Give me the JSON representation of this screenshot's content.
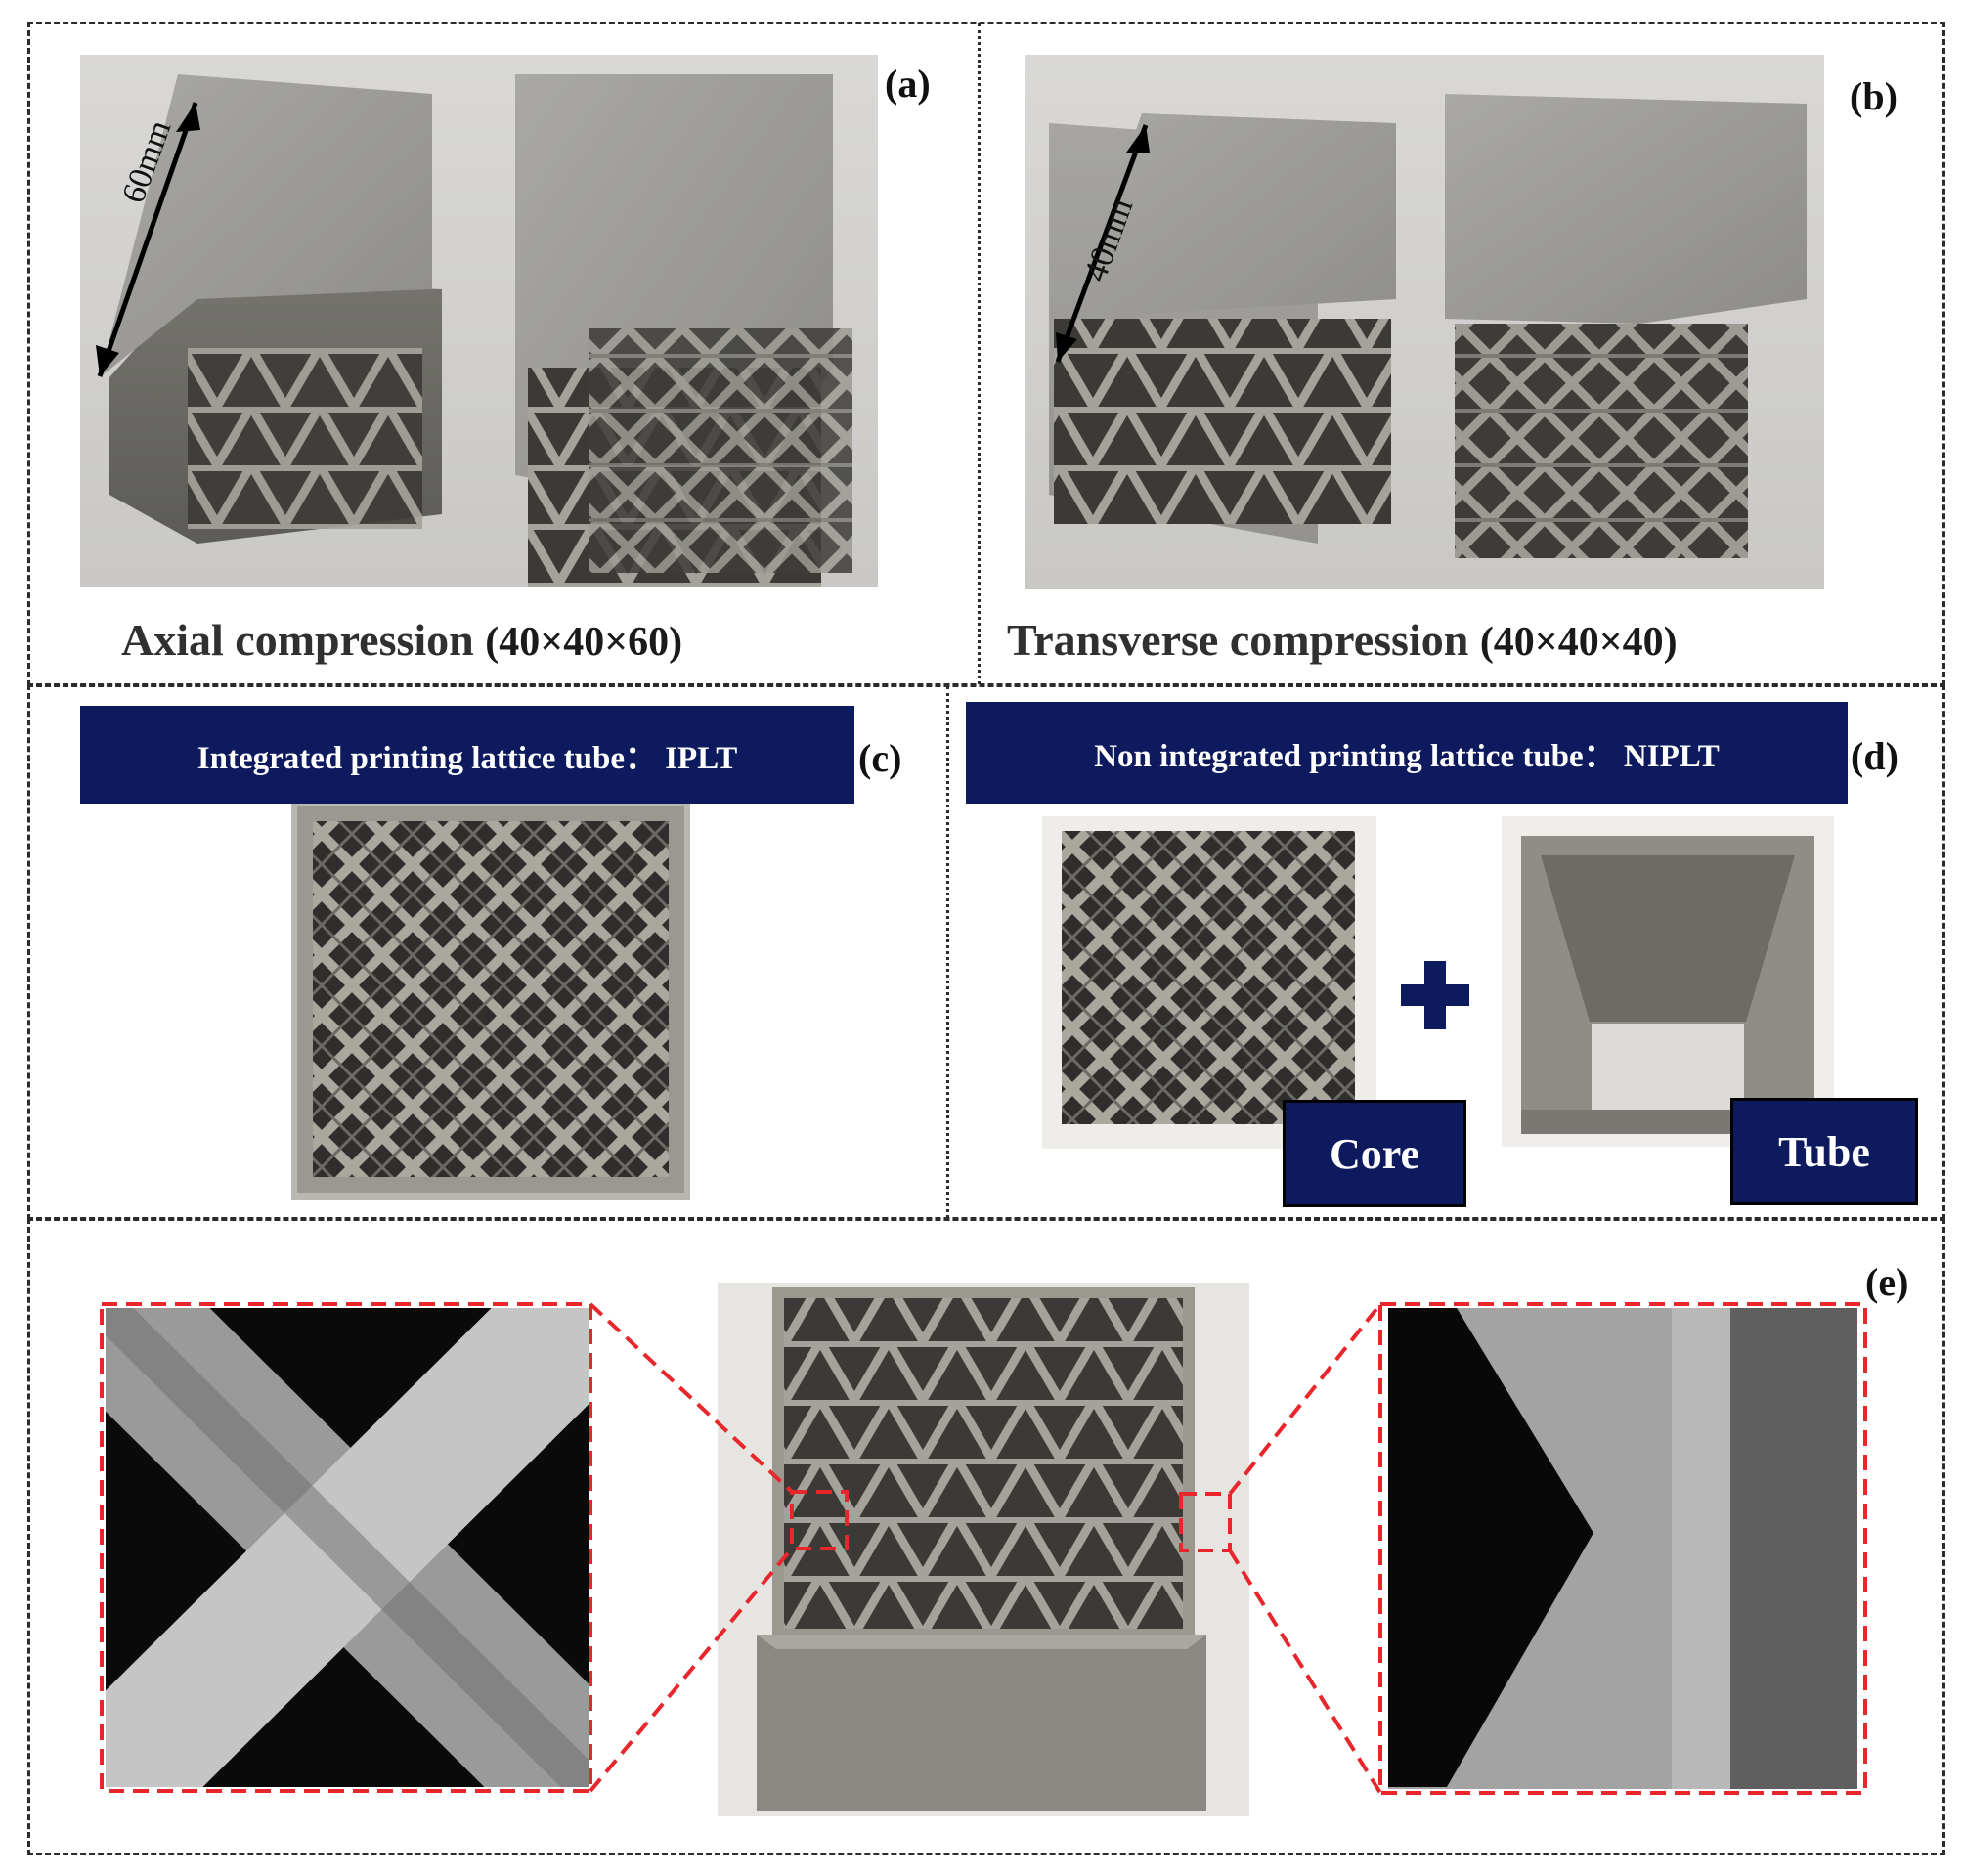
{
  "panels": {
    "a": {
      "label": "(a)",
      "dimension": "60mm",
      "caption": "Axial compression",
      "dims": "(40×40×60)"
    },
    "b": {
      "label": "(b)",
      "dimension": "40mm",
      "caption": "Transverse compression",
      "dims": "(40×40×40)"
    },
    "c": {
      "label": "(c)",
      "banner": "Integrated printing lattice tube： IPLT"
    },
    "d": {
      "label": "(d)",
      "banner": "Non integrated printing lattice tube： NIPLT",
      "core_label": "Core",
      "tube_label": "Tube"
    },
    "e": {
      "label": "(e)"
    }
  },
  "colors": {
    "banner": "#0d1a5e",
    "zoom_box": "#e8262b",
    "metal": "#8c8a85"
  }
}
